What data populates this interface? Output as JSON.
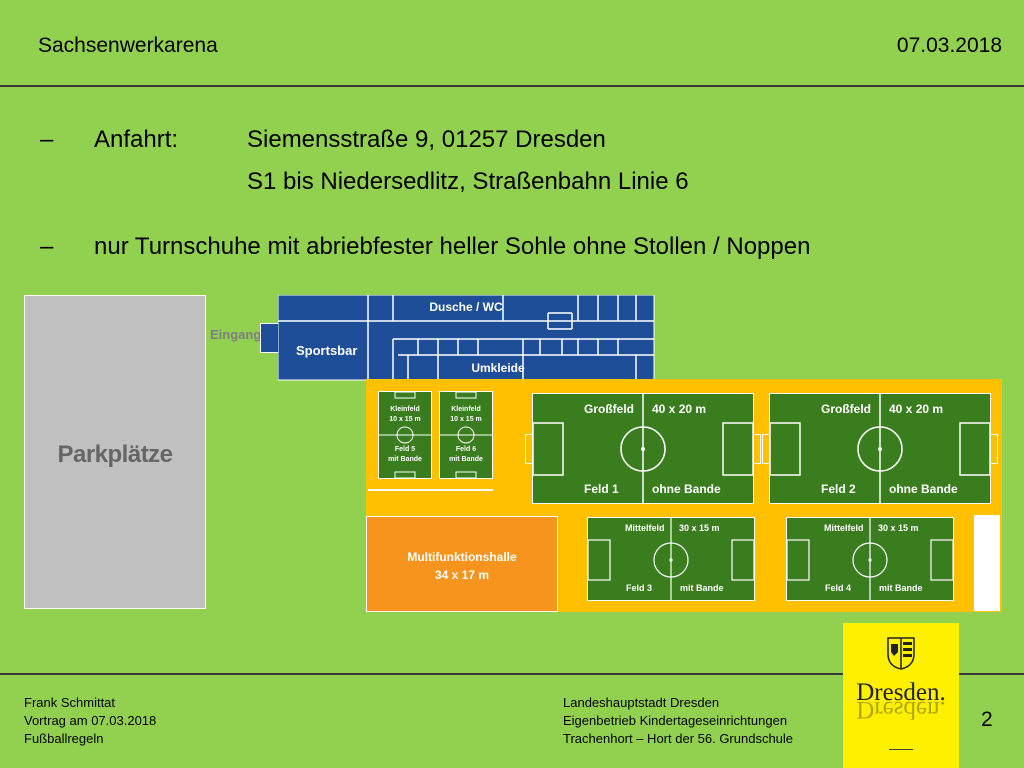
{
  "header": {
    "title": "Sachsenwerkarena",
    "date": "07.03.2018"
  },
  "content": {
    "bullet1_label": "Anfahrt:",
    "bullet1_line1": "Siemensstraße 9, 01257 Dresden",
    "bullet1_line2": "S1 bis Niedersedlitz, Straßenbahn Linie 6",
    "bullet2": "nur Turnschuhe mit abriebfester heller Sohle ohne Stollen / Noppen",
    "dash": "–"
  },
  "plan": {
    "parking": "Parkplätze",
    "entrance": "Eingang",
    "shower": "Dusche / WC",
    "sportsbar": "Sportsbar",
    "changing": "Umkleide",
    "multi_hall": "Multifunktionshalle",
    "multi_size": "34 x 17 m",
    "small_fields": [
      {
        "name": "Kleinfeld",
        "size": "10 x 15 m",
        "field": "Feld 5",
        "board": "mit Bande"
      },
      {
        "name": "Kleinfeld",
        "size": "10 x 15 m",
        "field": "Feld 6",
        "board": "mit Bande"
      }
    ],
    "large_fields": [
      {
        "name": "Großfeld",
        "size": "40 x 20 m",
        "field": "Feld 1",
        "board": "ohne Bande"
      },
      {
        "name": "Großfeld",
        "size": "40 x 20 m",
        "field": "Feld 2",
        "board": "ohne Bande"
      }
    ],
    "mid_fields": [
      {
        "name": "Mittelfeld",
        "size": "30 x 15 m",
        "field": "Feld 3",
        "board": "mit Bande"
      },
      {
        "name": "Mittelfeld",
        "size": "30 x 15 m",
        "field": "Feld 4",
        "board": "mit Bande"
      }
    ]
  },
  "footer": {
    "left": [
      "Frank Schmittat",
      "Vortrag am 07.03.2018",
      "Fußballregeln"
    ],
    "center": [
      "Landeshauptstadt Dresden",
      "Eigenbetrieb Kindertageseinrichtungen",
      "Trachenhort – Hort der 56. Grundschule"
    ],
    "logo_text": "Dresden.",
    "page_number": "2"
  },
  "colors": {
    "background": "#92D050",
    "building": "#1F4E98",
    "court_yellow": "#FFC000",
    "multi_hall": "#F7941D",
    "field_green": "#3A7D1E",
    "logo_yellow": "#FFF000"
  }
}
